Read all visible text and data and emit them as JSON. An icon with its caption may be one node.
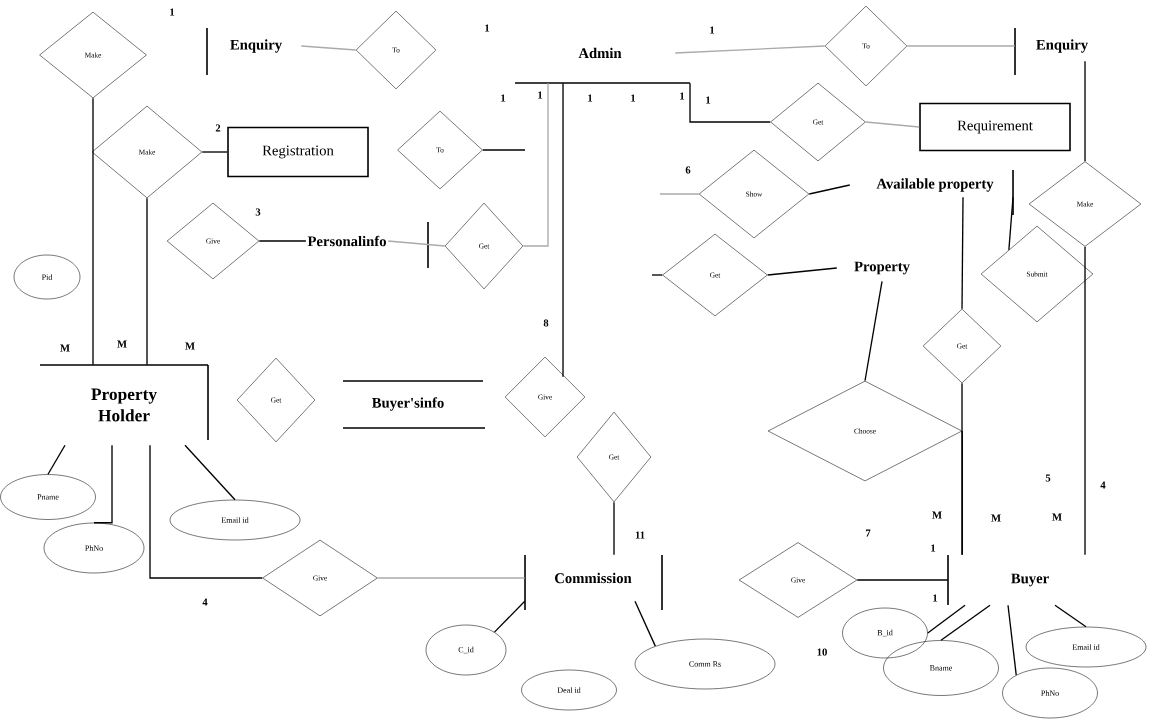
{
  "diagram": {
    "nodes": [
      {
        "text": [
          "Make"
        ]
      },
      {
        "text": [
          "Enquiry"
        ]
      },
      {
        "text": [
          "To"
        ]
      },
      {
        "text": [
          "Admin"
        ]
      },
      {
        "text": [
          "To"
        ]
      },
      {
        "text": [
          "Enquiry"
        ]
      },
      {
        "text": [
          "Make"
        ]
      },
      {
        "text": [
          "Registration"
        ]
      },
      {
        "text": [
          "To"
        ]
      },
      {
        "text": [
          "Get"
        ]
      },
      {
        "text": [
          "Requirement"
        ]
      },
      {
        "text": [
          "Show"
        ]
      },
      {
        "text": [
          "Available property"
        ]
      },
      {
        "text": [
          "Give"
        ]
      },
      {
        "text": [
          "Personalinfo"
        ]
      },
      {
        "text": [
          "Get"
        ]
      },
      {
        "text": [
          "Get"
        ]
      },
      {
        "text": [
          "Property"
        ]
      },
      {
        "text": [
          "Make"
        ]
      },
      {
        "text": [
          "Submit"
        ]
      },
      {
        "text": [
          "Pid"
        ]
      },
      {
        "text": [
          "Get"
        ]
      },
      {
        "text": [
          "Property Holder"
        ]
      },
      {
        "text": [
          "Get"
        ]
      },
      {
        "text": [
          "Buyer'sinfo"
        ]
      },
      {
        "text": [
          "Give"
        ]
      },
      {
        "text": [
          "Choose"
        ]
      },
      {
        "text": [
          "Get"
        ]
      },
      {
        "text": [
          "Pname"
        ]
      },
      {
        "text": [
          "Email id"
        ]
      },
      {
        "text": [
          "PhNo"
        ]
      },
      {
        "text": [
          "Commission"
        ]
      },
      {
        "text": [
          "Give"
        ]
      },
      {
        "text": [
          "Give"
        ]
      },
      {
        "text": [
          "Buyer"
        ]
      },
      {
        "text": [
          "B_id"
        ]
      },
      {
        "text": [
          "C_id"
        ]
      },
      {
        "text": [
          "Email id"
        ]
      },
      {
        "text": [
          "Comm Rs"
        ]
      },
      {
        "text": [
          "Bname"
        ]
      },
      {
        "text": [
          "Deal id"
        ]
      },
      {
        "text": [
          "PhNo"
        ]
      }
    ],
    "edges": [
      {
        "from": 0,
        "to": 22,
        "arrow": "none"
      },
      {
        "from": 1,
        "to": 2,
        "arrow": "none",
        "color": "#aaaaaa"
      },
      {
        "from": 3,
        "to": 4,
        "arrow": "none",
        "color": "#aaaaaa"
      },
      {
        "from": 4,
        "to": 5,
        "arrow": "none",
        "color": "#aaaaaa"
      },
      {
        "from": 3,
        "to": 9,
        "arrow": "none"
      },
      {
        "from": 9,
        "to": 10,
        "arrow": "none",
        "color": "#aaaaaa"
      },
      {
        "from": 6,
        "to": 7,
        "arrow": "none"
      },
      {
        "from": 6,
        "to": 22,
        "arrow": "none"
      },
      {
        "from": 8,
        "to": null,
        "arrow": "none"
      },
      {
        "from": 3,
        "to": 15,
        "arrow": "none",
        "color": "#aaaaaa"
      },
      {
        "from": 15,
        "to": 14,
        "arrow": "none",
        "color": "#aaaaaa"
      },
      {
        "from": 13,
        "to": 14,
        "arrow": "none"
      },
      {
        "from": 3,
        "to": 25,
        "arrow": "none"
      },
      {
        "from": null,
        "to": 11,
        "arrow": "none",
        "color": "#aaaaaa"
      },
      {
        "from": 11,
        "to": 12,
        "arrow": "none"
      },
      {
        "from": null,
        "to": 16,
        "arrow": "none"
      },
      {
        "from": 16,
        "to": 17,
        "arrow": "none"
      },
      {
        "from": 17,
        "to": 26,
        "arrow": "none"
      },
      {
        "from": 12,
        "to": 21,
        "arrow": "none"
      },
      {
        "from": 21,
        "to": 34,
        "arrow": "none"
      },
      {
        "from": 26,
        "to": 34,
        "arrow": "none"
      },
      {
        "from": 5,
        "to": 18,
        "arrow": "none"
      },
      {
        "from": 18,
        "to": 34,
        "arrow": "none"
      },
      {
        "from": 19,
        "to": 12,
        "arrow": "none"
      },
      {
        "from": 27,
        "to": 31,
        "arrow": "none"
      },
      {
        "from": 22,
        "to": 32,
        "arrow": "none"
      },
      {
        "from": 32,
        "to": 31,
        "arrow": "none",
        "color": "#aaaaaa"
      },
      {
        "from": 33,
        "to": 34,
        "arrow": "none"
      },
      {
        "from": 28,
        "to": 22,
        "arrow": "none"
      },
      {
        "from": 30,
        "to": 22,
        "arrow": "none"
      },
      {
        "from": 29,
        "to": 22,
        "arrow": "none"
      },
      {
        "from": 36,
        "to": 31,
        "arrow": "none"
      },
      {
        "from": 38,
        "to": 31,
        "arrow": "none"
      },
      {
        "from": 35,
        "to": 34,
        "arrow": "none"
      },
      {
        "from": 39,
        "to": 34,
        "arrow": "none"
      },
      {
        "from": 41,
        "to": 34,
        "arrow": "none"
      },
      {
        "from": 37,
        "to": 34,
        "arrow": "none"
      }
    ],
    "labels": [
      "1",
      "1",
      "1",
      "1",
      "1",
      "1",
      "1",
      "1",
      "1",
      "2",
      "6",
      "3",
      "8",
      "M",
      "M",
      "M",
      "5",
      "4",
      "M",
      "M",
      "M",
      "11",
      "7",
      "1",
      "1",
      "4",
      "10"
    ]
  }
}
